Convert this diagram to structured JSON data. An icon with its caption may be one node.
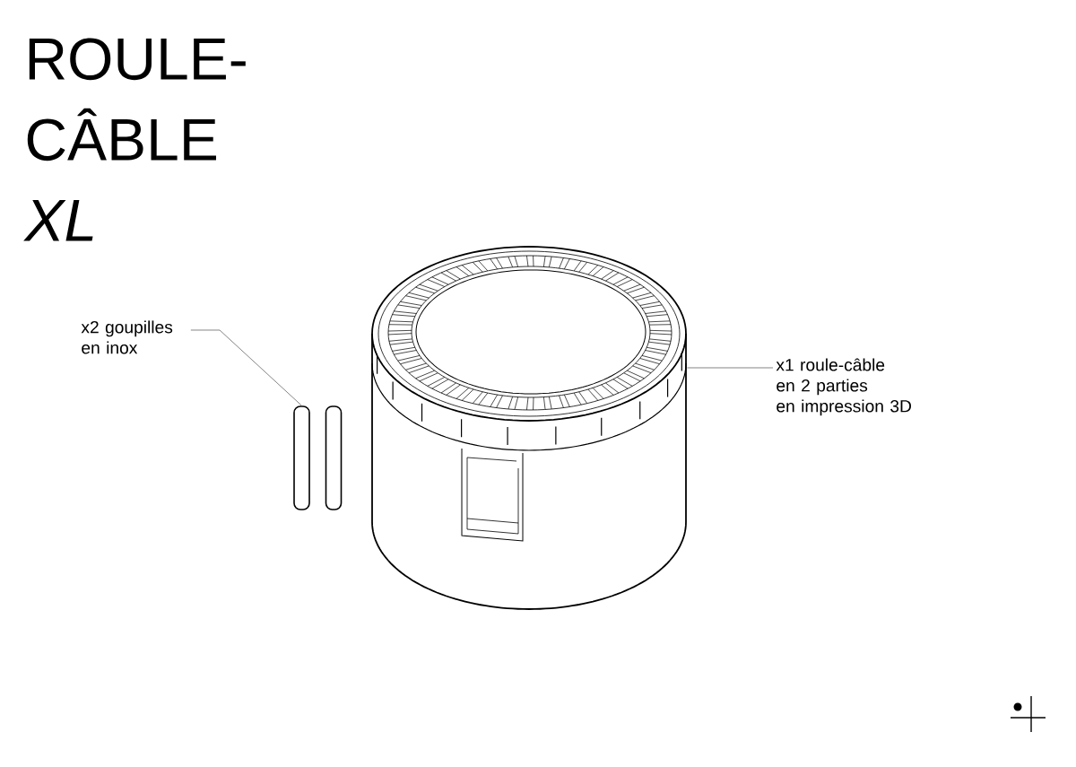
{
  "diagram": {
    "title": "ROULE-CÂBLE *XL*",
    "nodes": [
      {
        "text": [
          "x2 goupilles en inox"
        ]
      },
      {
        "text": [],
        "shape": "box"
      },
      {
        "text": [],
        "shape": "box"
      },
      {
        "text": [
          "x1 roule-câble en 2 parties en impression 3D"
        ]
      },
      {
        "text": [],
        "shape": "picture"
      }
    ],
    "edges": [
      {
        "from": 0,
        "to": 1,
        "arrow": "none"
      },
      {
        "from": 3,
        "to": 4,
        "arrow": "none"
      }
    ]
  }
}
